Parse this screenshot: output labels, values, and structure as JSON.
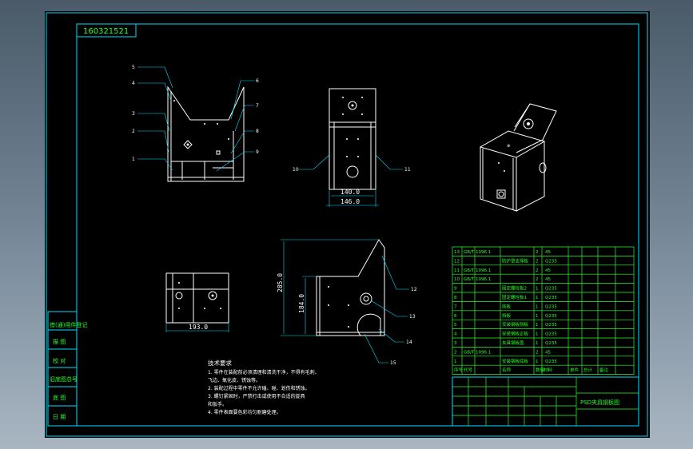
{
  "drawing_number": "160321521",
  "title_block_name": "PSD夹具钢板图",
  "left_strip_labels": [
    "借(通)用件登记",
    "描  图",
    "校  对",
    "旧底图总号",
    "底  图",
    "日  期"
  ],
  "front_view": {
    "callouts": [
      "5",
      "4",
      "3",
      "2",
      "1",
      "6",
      "7",
      "8",
      "9"
    ]
  },
  "side_view": {
    "dims": [
      "140.0",
      "146.0"
    ],
    "callouts": [
      "10",
      "11"
    ]
  },
  "plate_view": {
    "dim": "193.0"
  },
  "section_view": {
    "dims": [
      "285.0",
      "184.0"
    ],
    "callouts": [
      "12",
      "13",
      "14",
      "15"
    ]
  },
  "notes": {
    "heading": "技术要求",
    "lines": [
      "1. 零件在装配前必须清理和清洗干净，不得有毛刺、",
      "  飞边、氧化皮、锈蚀等。",
      "2. 装配过程中零件不允许磕、碰、划伤和锈蚀。",
      "3. 螺钉紧固时，严禁打击或使用不合适的旋具",
      "  和扳手。",
      "4. 零件表面要色彩均匀耐磨处理。"
    ]
  },
  "bom": {
    "header": [
      "序号",
      "代号",
      "名称",
      "数量",
      "材料",
      "单件",
      "总计",
      "备注"
    ],
    "rows": [
      [
        "13",
        "GB/T 1096.1",
        "",
        "2",
        "45",
        "",
        "",
        ""
      ],
      [
        "12",
        "",
        "防护罩支撑板",
        "2",
        "Q235",
        "",
        "",
        ""
      ],
      [
        "11",
        "GB/T 1096.1",
        "",
        "2",
        "45",
        "",
        "",
        ""
      ],
      [
        "10",
        "GB/T 1096.1",
        "",
        "2",
        "45",
        "",
        "",
        ""
      ],
      [
        "9",
        "",
        "固定螺栓板2",
        "1",
        "Q235",
        "",
        "",
        ""
      ],
      [
        "8",
        "",
        "固定螺栓板1",
        "1",
        "Q235",
        "",
        "",
        ""
      ],
      [
        "7",
        "",
        "底板",
        "1",
        "Q235",
        "",
        "",
        ""
      ],
      [
        "6",
        "",
        "挡板",
        "1",
        "Q235",
        "",
        "",
        ""
      ],
      [
        "5",
        "",
        "安装钢板侧板",
        "1",
        "Q235",
        "",
        "",
        ""
      ],
      [
        "4",
        "",
        "安装钢板正板",
        "1",
        "Q235",
        "",
        "",
        ""
      ],
      [
        "3",
        "",
        "夹具钢板盖",
        "1",
        "Q235",
        "",
        "",
        ""
      ],
      [
        "2",
        "GB/T 1096.1",
        "",
        "2",
        "45",
        "",
        "",
        ""
      ],
      [
        "1",
        "",
        "安装钢板底板",
        "1",
        "Q235",
        "",
        "",
        ""
      ]
    ]
  }
}
